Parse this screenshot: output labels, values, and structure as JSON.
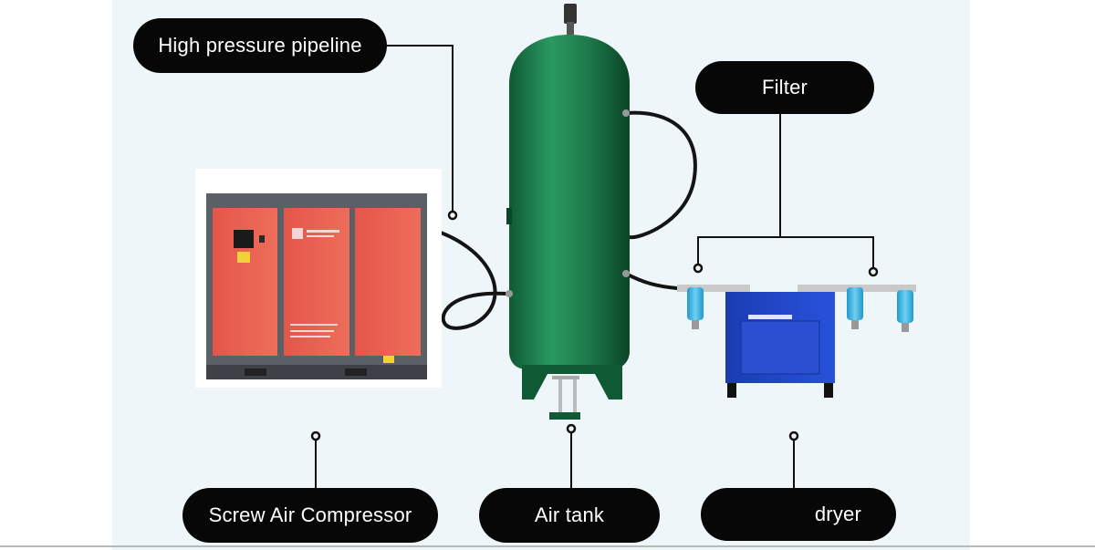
{
  "labels": {
    "pipeline": "High pressure pipeline",
    "filter": "Filter",
    "compressor": "Screw Air Compressor",
    "tank": "Air tank",
    "dryer": "dryer"
  },
  "colors": {
    "background": "#eef6fa",
    "label_fill": "#070707",
    "label_text": "#ffffff",
    "tank_green": "#1f7a4c",
    "compressor_red": "#e9604f",
    "compressor_frame": "#5b5f66",
    "dryer_blue": "#1f45c8",
    "filter_blue": "#3db1e2",
    "hose": "#141414"
  },
  "icons": [
    "connector-dot-icon"
  ]
}
